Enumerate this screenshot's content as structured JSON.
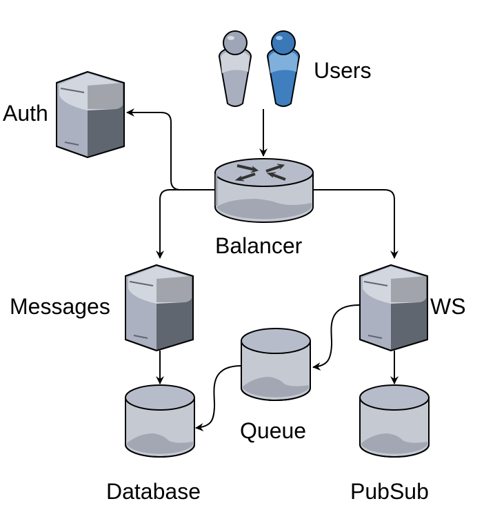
{
  "diagram": {
    "nodes": [
      {
        "id": "users",
        "label": "Users",
        "type": "users"
      },
      {
        "id": "auth",
        "label": "Auth",
        "type": "server"
      },
      {
        "id": "balancer",
        "label": "Balancer",
        "type": "router"
      },
      {
        "id": "messages",
        "label": "Messages",
        "type": "server"
      },
      {
        "id": "ws",
        "label": "WS",
        "type": "server"
      },
      {
        "id": "queue",
        "label": "Queue",
        "type": "database"
      },
      {
        "id": "database",
        "label": "Database",
        "type": "database"
      },
      {
        "id": "pubsub",
        "label": "PubSub",
        "type": "database"
      }
    ],
    "edges": [
      {
        "from": "users",
        "to": "balancer"
      },
      {
        "from": "balancer",
        "to": "auth"
      },
      {
        "from": "balancer",
        "to": "messages"
      },
      {
        "from": "balancer",
        "to": "ws"
      },
      {
        "from": "messages",
        "to": "database"
      },
      {
        "from": "ws",
        "to": "queue"
      },
      {
        "from": "ws",
        "to": "pubsub"
      },
      {
        "from": "queue",
        "to": "database"
      }
    ],
    "colors": {
      "user_gray": "#a9afbf",
      "user_blue": "#3f7fc0",
      "device_light": "#c5c9d2",
      "device_top": "#b6bcca",
      "device_dark": "#5f666f",
      "device_shadow": "#a2a7b3"
    }
  }
}
